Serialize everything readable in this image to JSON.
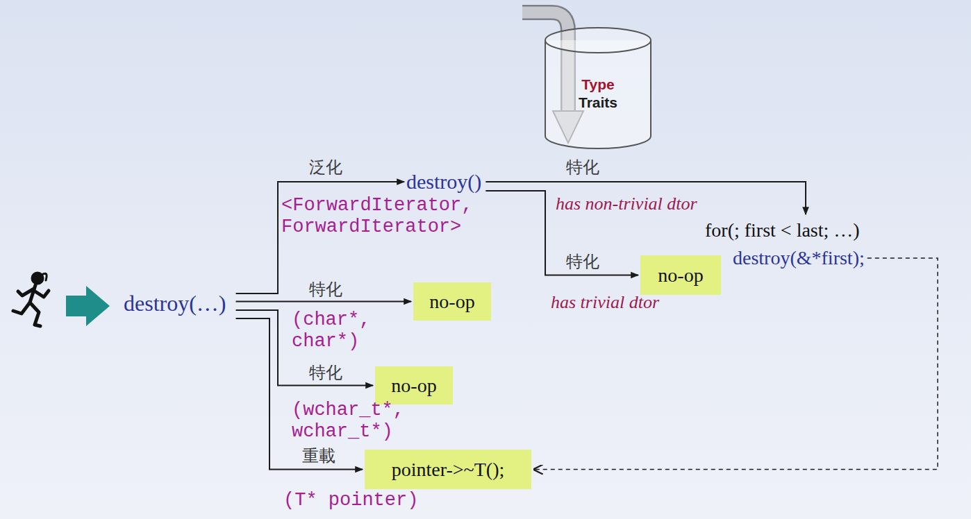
{
  "diagram": {
    "nodes": [
      {
        "text": [
          "Type",
          "Traits"
        ]
      },
      {
        "text": [
          "destroy(…)"
        ]
      },
      {
        "text": [
          "destroy()"
        ]
      },
      {
        "text": [
          "no-op"
        ]
      },
      {
        "text": [
          "no-op"
        ]
      },
      {
        "text": [
          "pointer->~T();"
        ]
      },
      {
        "text": [
          "for(; first < last; …)",
          "destroy(&*first);"
        ]
      },
      {
        "text": [
          "no-op"
        ]
      }
    ],
    "edges": [
      {
        "from": 1,
        "to": 2,
        "label": "泛化",
        "arrow": "to"
      },
      {
        "from": 1,
        "to": 3,
        "label": "特化",
        "arrow": "to"
      },
      {
        "from": 1,
        "to": 4,
        "label": "特化",
        "arrow": "to"
      },
      {
        "from": 1,
        "to": 5,
        "label": "重載",
        "arrow": "to"
      },
      {
        "from": 2,
        "to": 6,
        "label": "特化",
        "arrow": "to"
      },
      {
        "from": 2,
        "to": 7,
        "label": "特化",
        "arrow": "to"
      },
      {
        "from": 6,
        "to": 5,
        "arrow": "to"
      }
    ],
    "labels": [
      "<ForwardIterator, ForwardIterator>",
      "has non-trivial dtor",
      "has trivial dtor",
      "(char*, char*)",
      "(wchar_t*, wchar_t*)",
      "(T* pointer)"
    ]
  }
}
